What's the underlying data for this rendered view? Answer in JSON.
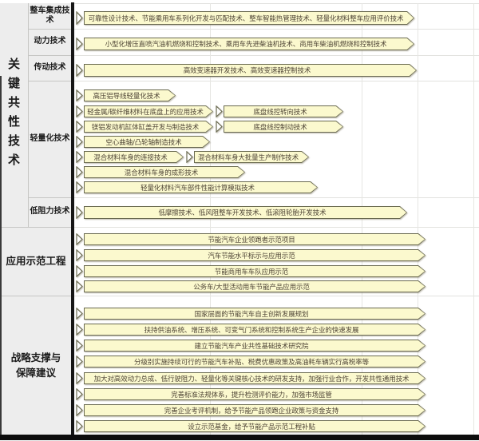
{
  "diagram": {
    "sections": [
      {
        "label": "关键共性技术",
        "rows": [
          {
            "label": "整车集成技术",
            "banners": [
              "可靠性设计技术、节能乘用车系列化开发与匹配技术、整车智能热管理技术、轻量化材料整车应用评价技术"
            ]
          },
          {
            "label": "动力技术",
            "banners": [
              "小型化增压直喷汽油机燃烧和控制技术、乘用车先进柴油机技术、商用车柴油机燃烧和控制技术"
            ]
          },
          {
            "label": "传动技术",
            "banners": [
              "高效变速器开发技术、高效变速器控制技术"
            ]
          },
          {
            "label": "轻量化技术",
            "banners": [
              "高压铝导线轻量化技术",
              "轻金属/碳纤维材料在底盘上的应用技术",
              "底盘线控转向技术",
              "镁铝发动机缸体缸盖开发与制造技术",
              "底盘线控制动技术",
              "空心曲轴/凸轮轴制造技术",
              "混合材料车身的连接技术",
              "混合材料车身大批量生产制作技术",
              "混合材料车身的成形技术",
              "轻量化材料汽车部件性能计算模拟技术"
            ]
          },
          {
            "label": "低阻力技术",
            "banners": [
              "低摩擦技术、低风阻整车开发技术、低滚阻轮胎开发技术"
            ]
          }
        ]
      },
      {
        "label": "应用示范工程",
        "banners": [
          "节能汽车企业领跑者示范项目",
          "汽车节能水平标示与应用示范",
          "节能商用车车队应用示范",
          "公务车/大型活动用车节能产品应用示范"
        ]
      },
      {
        "label": "战略支撑与保障建议",
        "banners": [
          "国家层面的节能汽车自主创新发展规划",
          "扶持供油系统、增压系统、可变气门系统和控制系统生产企业的快速发展",
          "建立节能汽车产业共性基础技术研究院",
          "分级别实施持续可行的节能汽车补贴、税费优惠政策及高油耗车辆实行高税率等",
          "加大对高效动力总成、低行驶阻力、轻量化等关键核心技术的研发支持，加强行业合作，开发共性通用技术",
          "完善标准法规体系，提升检测评价能力，加强市场监管",
          "完善企业考评机制，给予节能产品领跑企业政策与资金支持",
          "设立示范基金，给予节能产品示范工程补贴"
        ]
      }
    ],
    "colors": {
      "banner_fill": "#fbf9ce",
      "banner_border": "#6a6a50",
      "banner_text": "#4e4435",
      "label_panel_bg": "#ededed",
      "divider": "#161616",
      "grid_line": "#e2e2df"
    }
  }
}
